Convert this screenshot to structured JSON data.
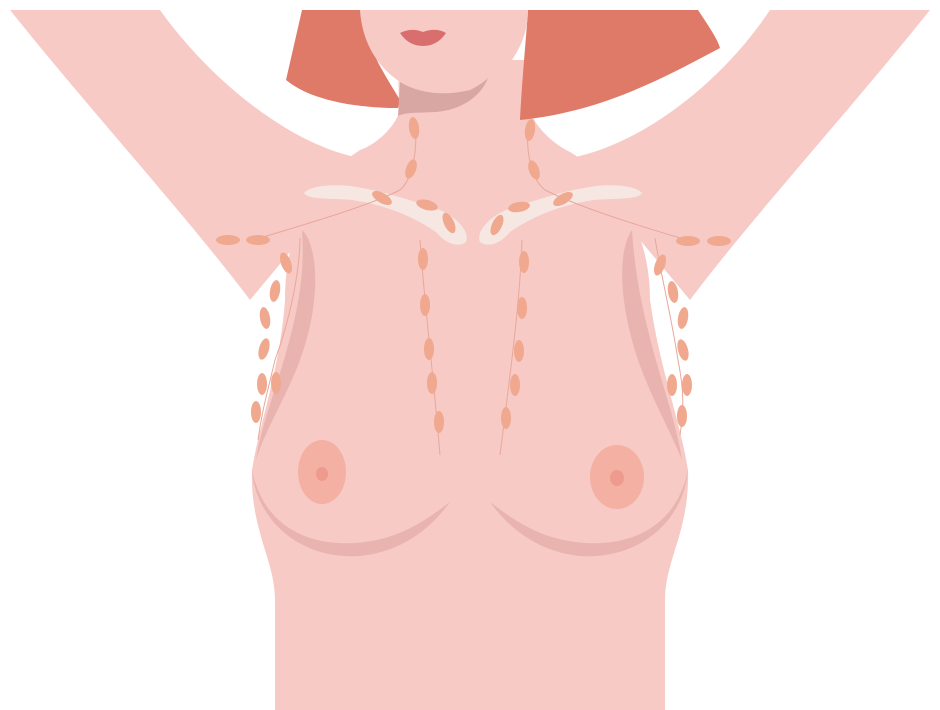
{
  "colors": {
    "background": "#ffffff",
    "skin": "#f7cac6",
    "skin_shadow": "#e9b4b0",
    "hair": "#e07a68",
    "neck_shadow": "#d9a7a3",
    "lips": "#d86e6e",
    "collarbone": "#f6e7e3",
    "lymph_node": "#f0a88e",
    "lymph_vessel": "#e8a89a",
    "areola": "#f4b0a2",
    "nipple": "#ee9a8c"
  },
  "illustration": {
    "subject": "female-torso-front-view",
    "arms": "raised",
    "highlighted_structure": "lymph-nodes"
  }
}
